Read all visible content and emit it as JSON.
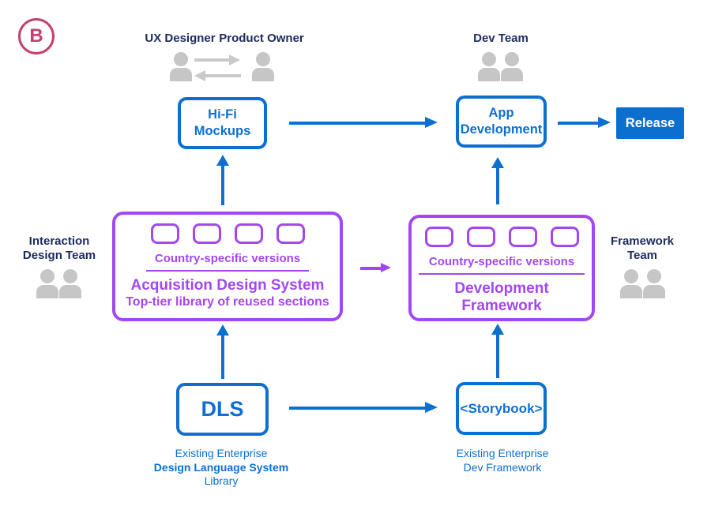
{
  "badge": {
    "label": "B"
  },
  "colors": {
    "blue": "#0d6fd1",
    "release_background": "#0c6ecf",
    "purple": "#a347f2",
    "navy_text": "#1c2b5e",
    "person_gray": "#c6c6c6",
    "badge_pink": "#c5406e"
  },
  "icons": {
    "person": "person-silhouette-gray",
    "exchange": "double-horizontal-arrows-gray",
    "badge_shape": "circle-outline"
  },
  "roles": {
    "ux_designer": "UX Designer",
    "product_owner": "Product Owner",
    "dev_team": "Dev Team",
    "interaction_team_line1": "Interaction",
    "interaction_team_line2": "Design Team",
    "framework_team_line1": "Framework",
    "framework_team_line2": "Team"
  },
  "nodes": {
    "hifi_mockups": {
      "line1": "Hi-Fi",
      "line2": "Mockups"
    },
    "app_development": {
      "line1": "App",
      "line2": "Development"
    },
    "release": {
      "label": "Release"
    },
    "dls": {
      "label": "DLS",
      "caption_line1": "Existing Enterprise",
      "caption_line2": "Design Language System",
      "caption_line3": "Library"
    },
    "storybook": {
      "label": "<Storybook>",
      "caption_line1": "Existing Enterprise",
      "caption_line2": "Dev Framework"
    },
    "acquisition_design_system": {
      "versions_label": "Country-specific versions",
      "title": "Acquisition Design System",
      "subtitle": "Top-tier library of reused sections",
      "chip_count": 4
    },
    "development_framework": {
      "versions_label": "Country-specific versions",
      "title_line1": "Development",
      "title_line2": "Framework",
      "chip_count": 4
    }
  }
}
